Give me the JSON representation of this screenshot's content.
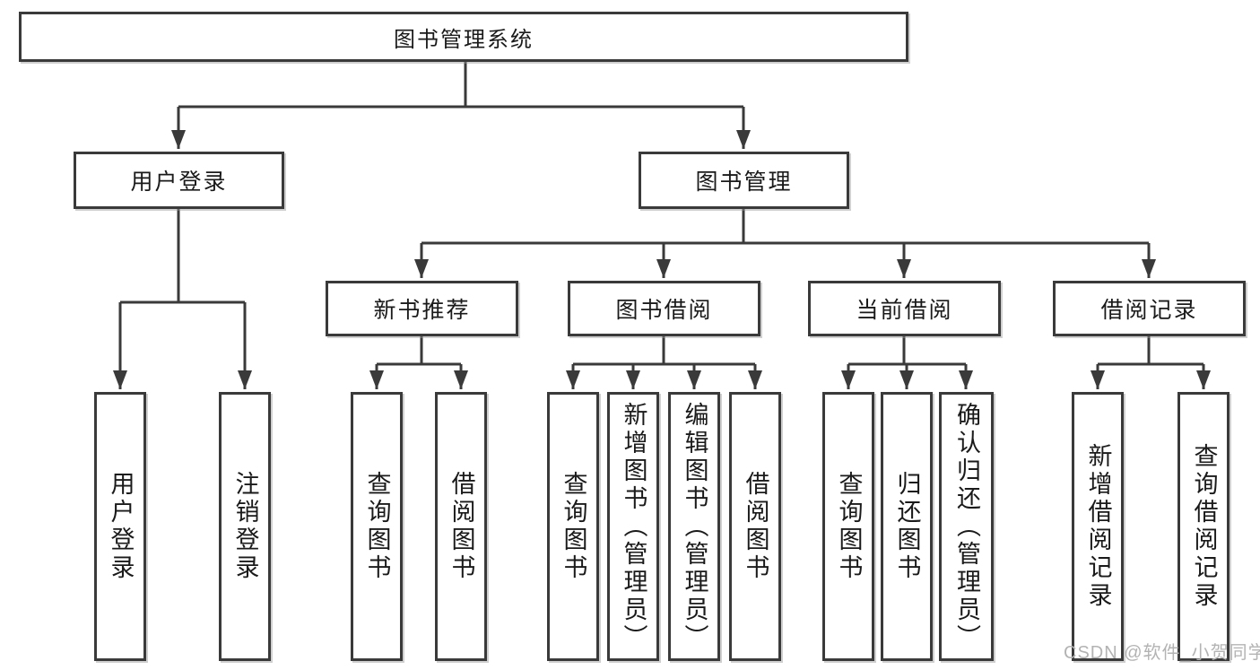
{
  "diagram": {
    "type": "function-structure-tree",
    "colors": {
      "line": "#3a3a3a",
      "box_border": "#3a3a3a",
      "text": "#1a1a1a",
      "watermark": "#b3b3b3",
      "background": "#ffffff"
    },
    "nodes": {
      "root": "图书管理系统",
      "user_login": "用户登录",
      "book_mgmt": "图书管理",
      "new_book_rec": "新书推荐",
      "book_borrow": "图书借阅",
      "current_borrow": "当前借阅",
      "borrow_record": "借阅记录",
      "ul_user_login": "用户登录",
      "ul_logout": "注销登录",
      "nb_query_book": "查询图书",
      "nb_borrow_book": "借阅图书",
      "bb_query_book": "查询图书",
      "bb_add_book": "新增图书（管理员）",
      "bb_edit_book": "编辑图书（管理员）",
      "bb_borrow_book": "借阅图书",
      "cb_query_book": "查询图书",
      "cb_return_book": "归还图书",
      "cb_confirm_return": "确认归还（管理员）",
      "br_add_record": "新增借阅记录",
      "br_query_record": "查询借阅记录"
    },
    "tree": {
      "图书管理系统": [
        "用户登录",
        "图书管理"
      ],
      "用户登录": [
        "用户登录",
        "注销登录"
      ],
      "图书管理": [
        "新书推荐",
        "图书借阅",
        "当前借阅",
        "借阅记录"
      ],
      "新书推荐": [
        "查询图书",
        "借阅图书"
      ],
      "图书借阅": [
        "查询图书",
        "新增图书（管理员）",
        "编辑图书（管理员）",
        "借阅图书"
      ],
      "当前借阅": [
        "查询图书",
        "归还图书",
        "确认归还（管理员）"
      ],
      "借阅记录": [
        "新增借阅记录",
        "查询借阅记录"
      ]
    },
    "watermark": "CSDN @软件_小贺同学"
  }
}
